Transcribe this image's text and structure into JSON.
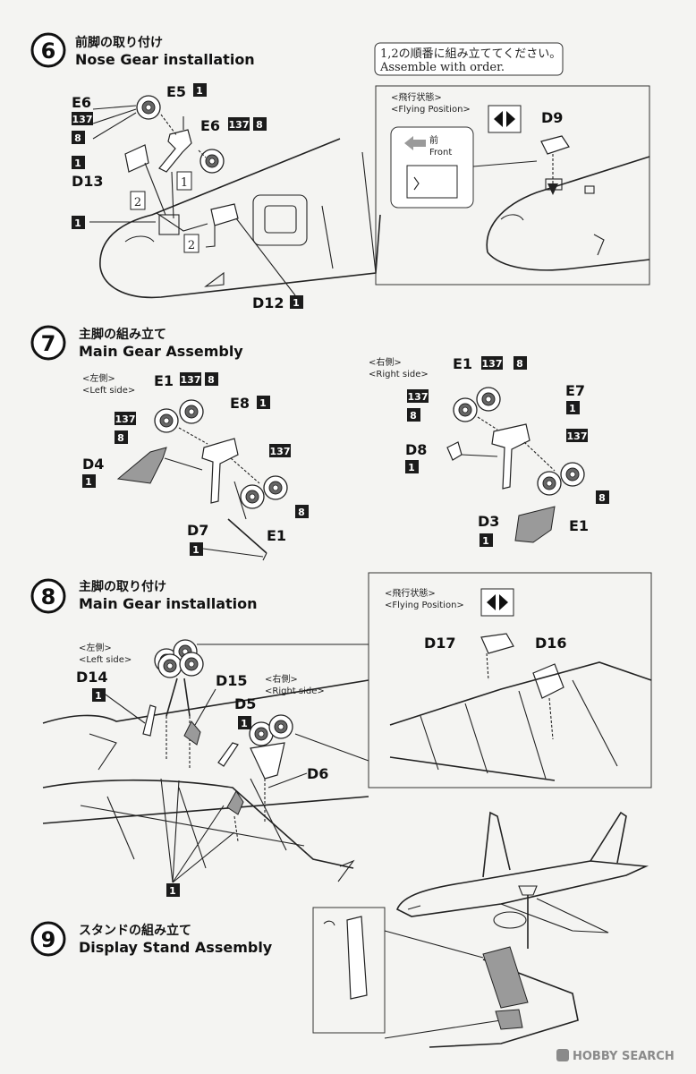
{
  "steps": {
    "s6": {
      "num": "6",
      "jp": "前脚の取り付け",
      "en": "Nose Gear installation"
    },
    "s7": {
      "num": "7",
      "jp": "主脚の組み立て",
      "en": "Main Gear Assembly"
    },
    "s8": {
      "num": "8",
      "jp": "主脚の取り付け",
      "en": "Main Gear installation"
    },
    "s9": {
      "num": "9",
      "jp": "スタンドの組み立て",
      "en": "Display Stand Assembly"
    }
  },
  "notes": {
    "order_jp": "1,2の順番に組み立ててください。",
    "order_en": "Assemble with order.",
    "flying_jp": "<飛行状態>",
    "flying_en": "<Flying Position>",
    "front_jp": "前",
    "front_en": "Front",
    "left_jp": "<左側>",
    "left_en": "<Left side>",
    "right_jp": "<右側>",
    "right_en": "<Right side>"
  },
  "parts": {
    "E6": "E6",
    "E5": "E5",
    "D13": "D13",
    "D12": "D12",
    "D9": "D9",
    "E1": "E1",
    "E8": "E8",
    "E7": "E7",
    "D4": "D4",
    "D7": "D7",
    "D8": "D8",
    "D3": "D3",
    "D14": "D14",
    "D15": "D15",
    "D5": "D5",
    "D6": "D6",
    "D17": "D17",
    "D16": "D16"
  },
  "colors": {
    "c1": "1",
    "c137": "137",
    "c8": "8"
  },
  "order_marks": {
    "m1": "1",
    "m2": "2"
  },
  "watermark": "HOBBY SEARCH"
}
